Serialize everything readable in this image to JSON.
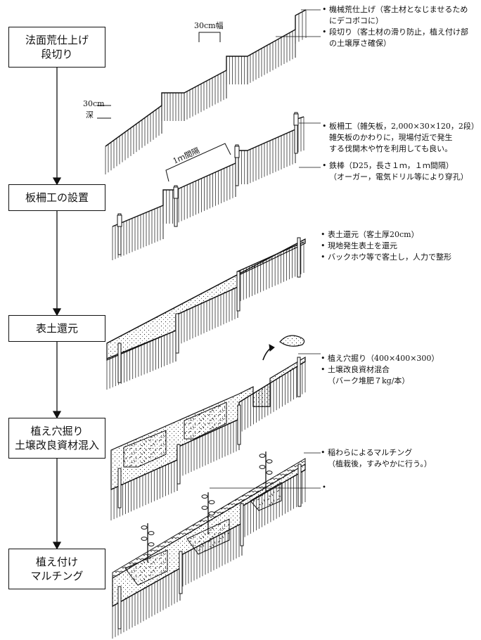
{
  "steps": [
    {
      "lines": [
        "法面荒仕上げ",
        "段切り"
      ]
    },
    {
      "lines": [
        "板柵工の設置"
      ]
    },
    {
      "lines": [
        "表土還元"
      ]
    },
    {
      "lines": [
        "植え穴掘り",
        "土壌改良資材混入"
      ]
    },
    {
      "lines": [
        "植え付け",
        "マルチング"
      ]
    }
  ],
  "dimensions": {
    "width_30cm": "30cm幅",
    "depth_30cm_a": "30cm",
    "depth_30cm_b": "深",
    "spacing_1m": "1ｍ間隔"
  },
  "notes": {
    "step1": [
      {
        "bullet": true,
        "lines": [
          "機械荒仕上げ（客土材となじませるため",
          "にデコボコに）"
        ]
      },
      {
        "bullet": true,
        "lines": [
          "段切り（客土材の滑り防止，植え付け部",
          "の土壌厚さ確保）"
        ]
      }
    ],
    "step2": [
      {
        "bullet": true,
        "lines": [
          "板柵工（雑矢板，2,000×30×120，2段）",
          "雑矢板のかわりに，現場付近で発生",
          "する伐開木や竹を利用しても良い。"
        ]
      },
      {
        "bullet": true,
        "lines": [
          "鉄棒（D25，長さ１ｍ，１ｍ間隔）",
          "（オーガー，電気ドリル等により穿孔）"
        ]
      }
    ],
    "step3": [
      {
        "bullet": true,
        "lines": [
          "表土還元（客土厚20cm）"
        ]
      },
      {
        "bullet": true,
        "lines": [
          "現地発生表土を還元"
        ]
      },
      {
        "bullet": true,
        "lines": [
          "バックホウ等で客土し，人力で整形"
        ]
      }
    ],
    "step4": [
      {
        "bullet": true,
        "lines": [
          "植え穴掘り（400×400×300）"
        ]
      },
      {
        "bullet": true,
        "lines": [
          "土壌改良資材混合",
          "（バーク堆肥７kg/本）"
        ]
      }
    ],
    "step5": [
      {
        "bullet": true,
        "lines": [
          "稲わらによるマルチング",
          "（植栽後，すみやかに行う。）"
        ]
      }
    ]
  },
  "bullet_char": "•"
}
